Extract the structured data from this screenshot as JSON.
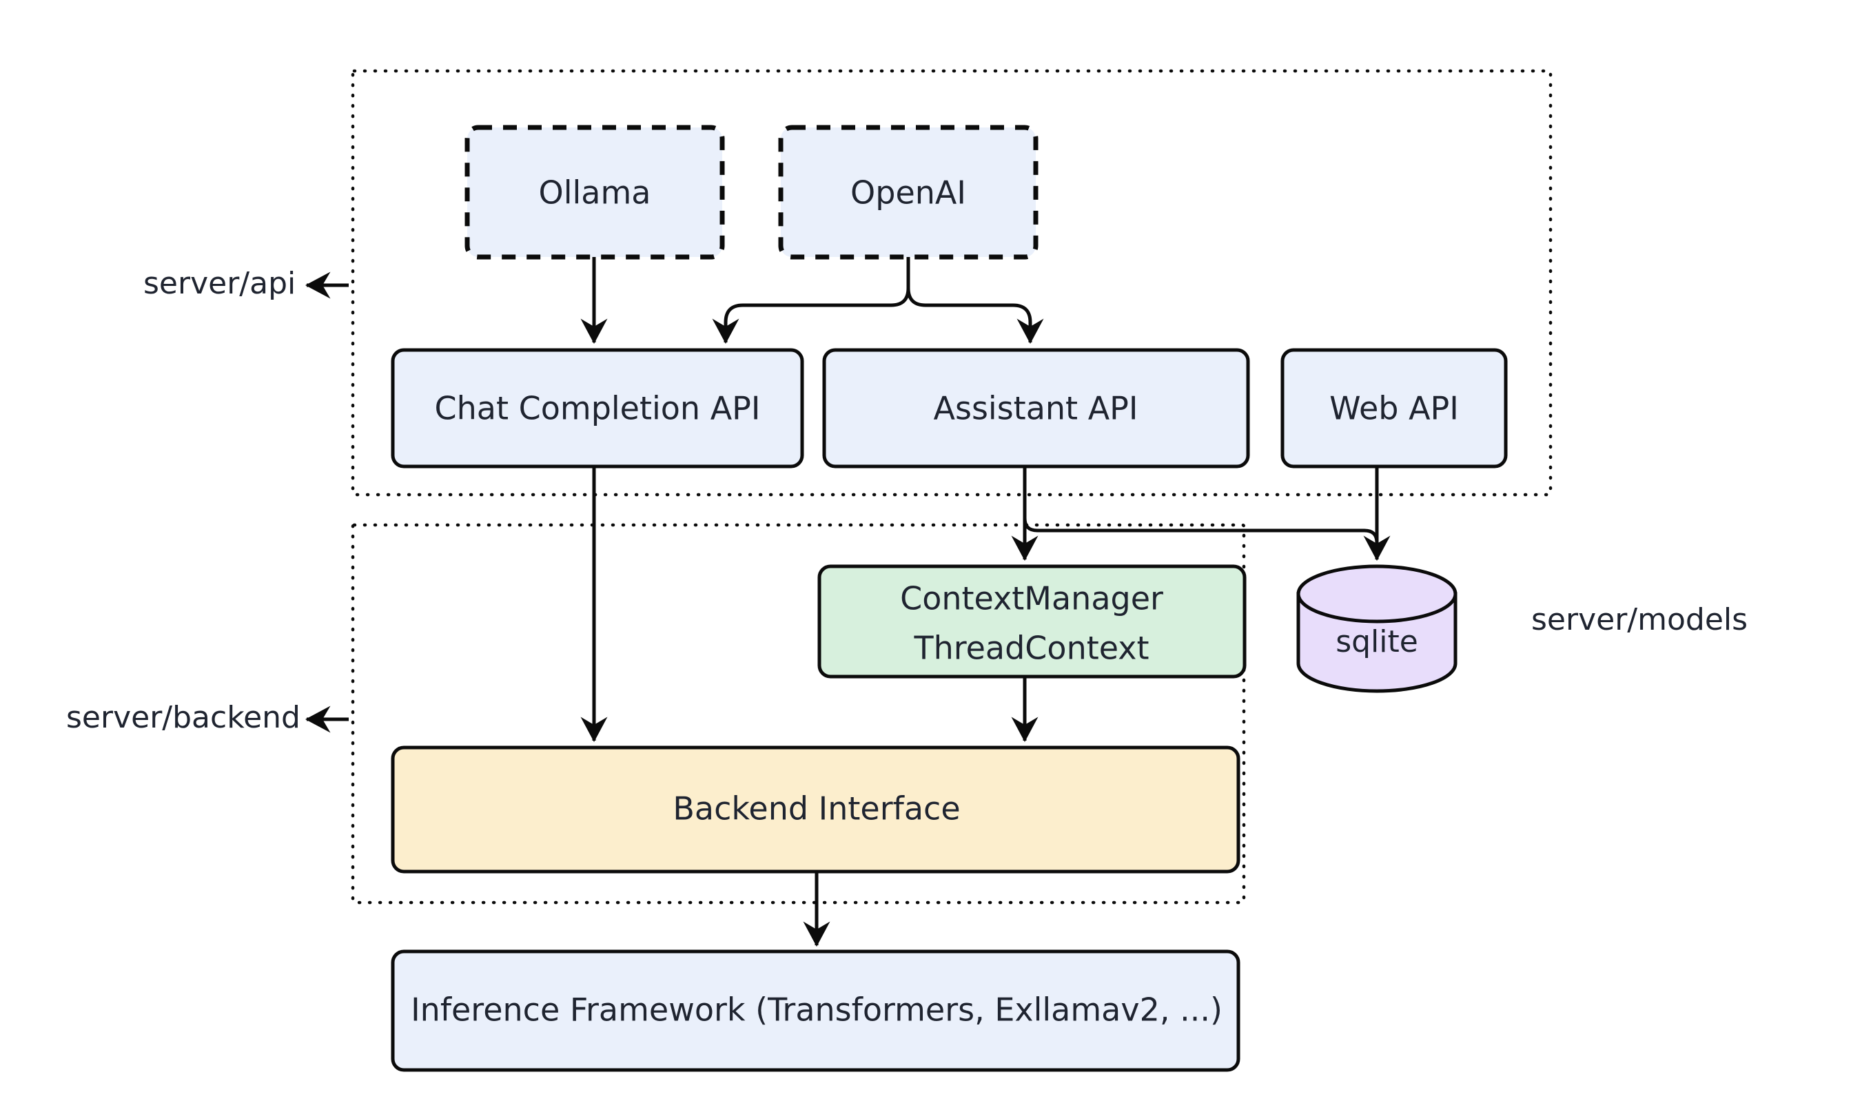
{
  "diagram": {
    "title": "LLM server architecture layering",
    "background": "#ffffff",
    "colors": {
      "node_blue": "#eaf0fb",
      "node_green": "#d7f0dd",
      "node_yellow": "#fceecd",
      "node_purple": "#e8ddfb",
      "stroke": "#0b0b0b",
      "text": "#1f2430"
    },
    "zones": [
      {
        "id": "zone-api",
        "label": "server/api",
        "arrow": "left-arrow"
      },
      {
        "id": "zone-backend",
        "label": "server/backend",
        "arrow": "left-arrow"
      },
      {
        "id": "zone-models",
        "label": "server/models",
        "arrow": "none"
      }
    ],
    "nodes": {
      "ollama": {
        "label": "Ollama",
        "shape": "rounded-rect-dashed",
        "fill": "#eaf0fb"
      },
      "openai": {
        "label": "OpenAI",
        "shape": "rounded-rect-dashed",
        "fill": "#eaf0fb"
      },
      "chat_completion_api": {
        "label": "Chat Completion API",
        "shape": "rounded-rect",
        "fill": "#eaf0fb"
      },
      "assistant_api": {
        "label": "Assistant API",
        "shape": "rounded-rect",
        "fill": "#eaf0fb"
      },
      "web_api": {
        "label": "Web API",
        "shape": "rounded-rect",
        "fill": "#eaf0fb"
      },
      "context_manager_line1": {
        "label": "ContextManager"
      },
      "context_manager_line2": {
        "label": "ThreadContext"
      },
      "context_manager": {
        "shape": "rounded-rect",
        "fill": "#d7f0dd"
      },
      "sqlite": {
        "label": "sqlite",
        "shape": "cylinder",
        "fill": "#e8ddfb"
      },
      "backend_interface": {
        "label": "Backend Interface",
        "shape": "rounded-rect",
        "fill": "#fceecd"
      },
      "inference_framework": {
        "label": "Inference Framework (Transformers, Exllamav2, ...)",
        "shape": "rounded-rect",
        "fill": "#eaf0fb"
      }
    },
    "edges": [
      {
        "from": "ollama",
        "to": "chat_completion_api",
        "arrow": true
      },
      {
        "from": "openai",
        "to": "chat_completion_api",
        "arrow": true
      },
      {
        "from": "openai",
        "to": "assistant_api",
        "arrow": true
      },
      {
        "from": "chat_completion_api",
        "to": "backend_interface",
        "arrow": true
      },
      {
        "from": "assistant_api",
        "to": "context_manager",
        "arrow": true
      },
      {
        "from": "assistant_api",
        "to": "sqlite",
        "arrow": true
      },
      {
        "from": "web_api",
        "to": "sqlite",
        "arrow": true
      },
      {
        "from": "context_manager",
        "to": "backend_interface",
        "arrow": true
      },
      {
        "from": "backend_interface",
        "to": "inference_framework",
        "arrow": true
      }
    ]
  }
}
